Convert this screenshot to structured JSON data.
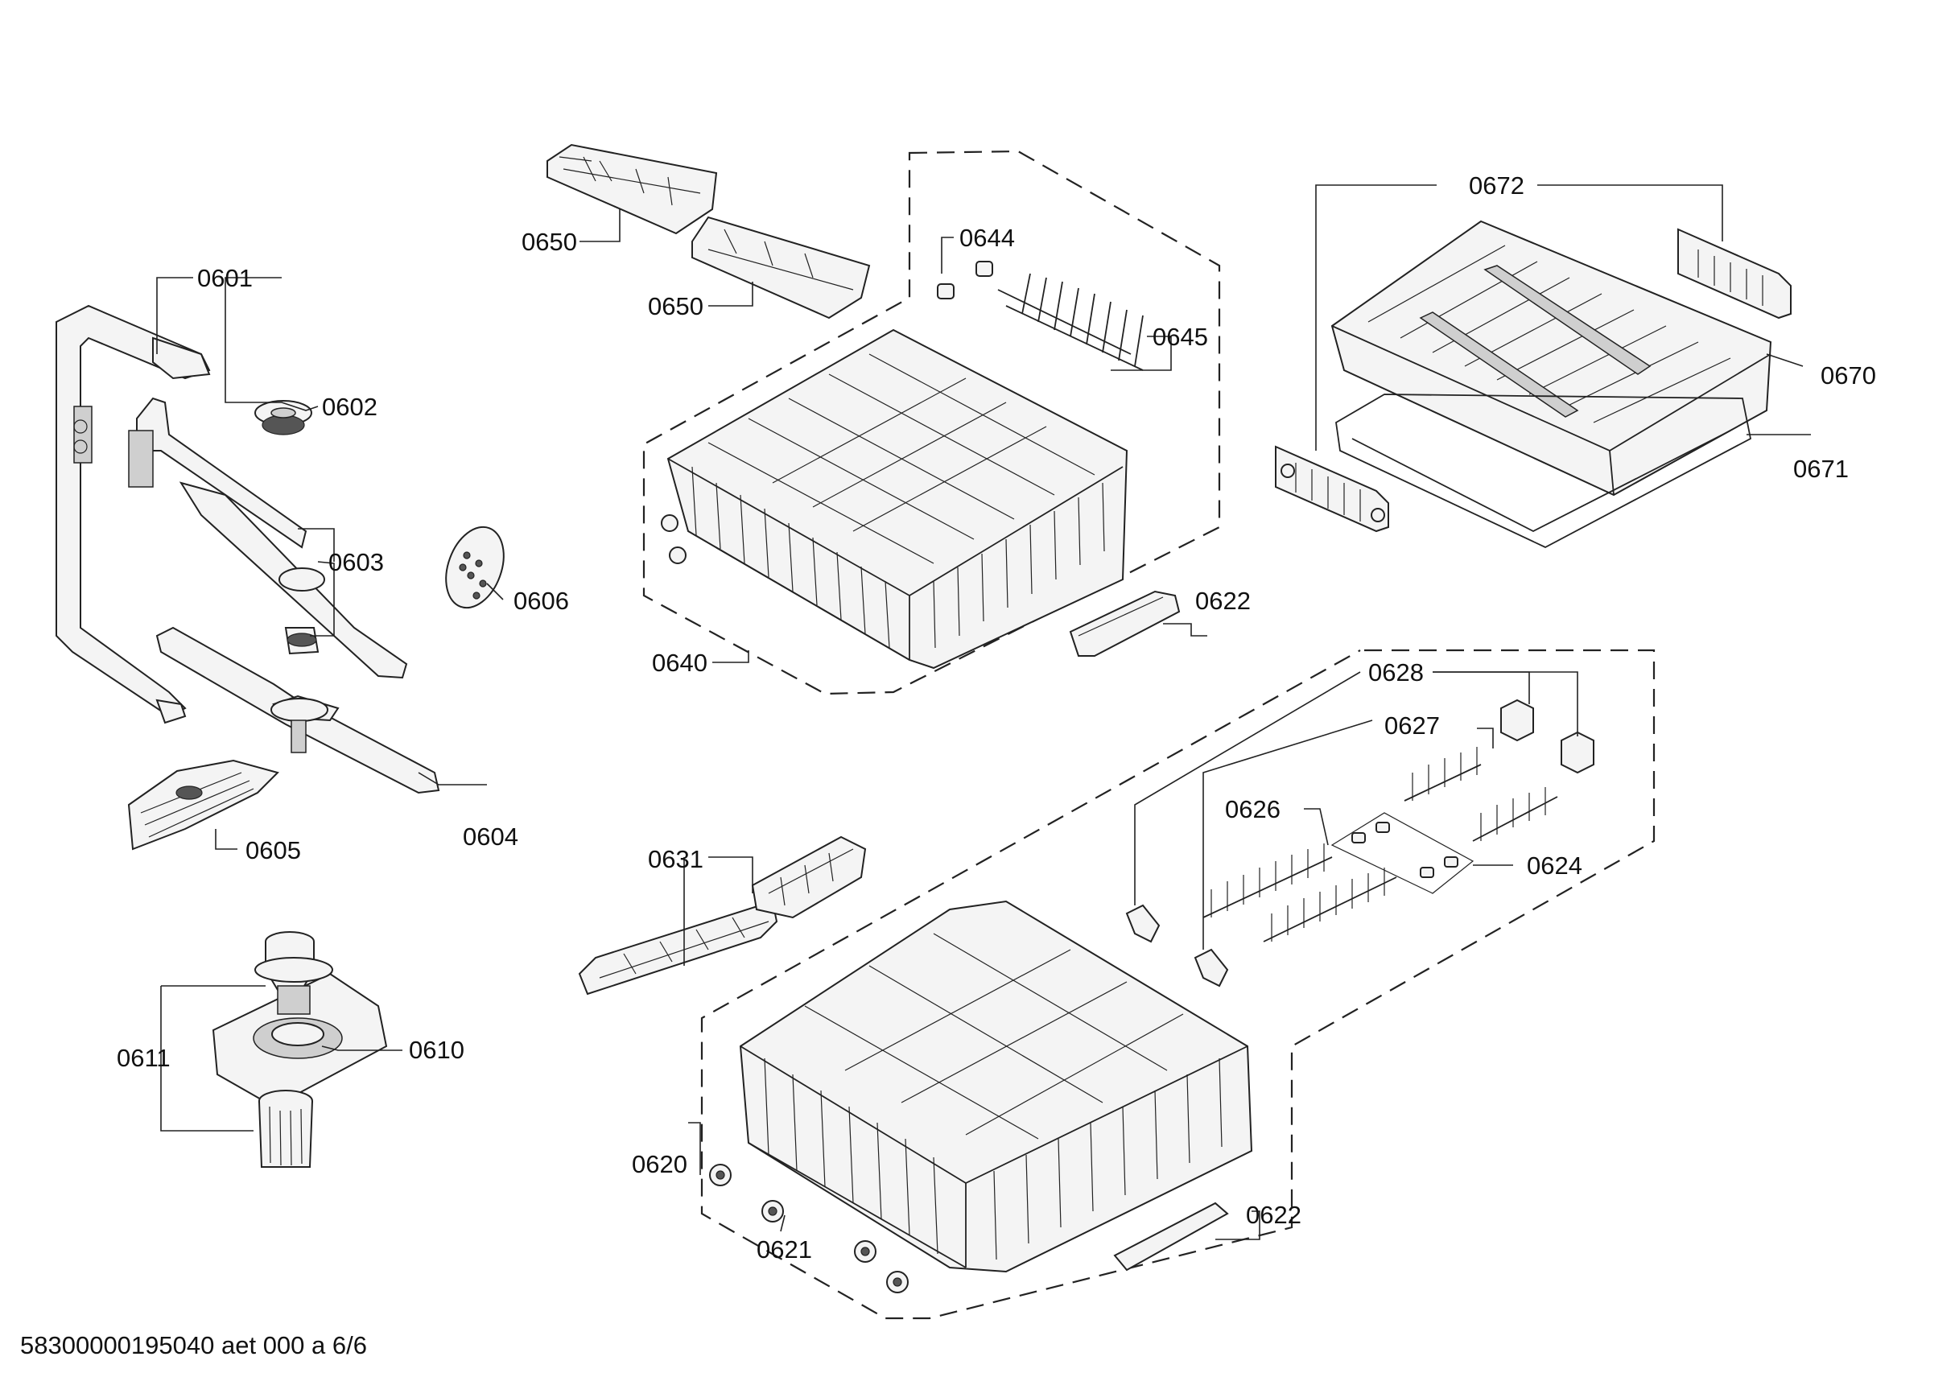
{
  "labels": {
    "p0601": "0601",
    "p0602": "0602",
    "p0603": "0603",
    "p0604": "0604",
    "p0605": "0605",
    "p0606": "0606",
    "p0610": "0610",
    "p0611": "0611",
    "p0620": "0620",
    "p0621": "0621",
    "p0622_upper": "0622",
    "p0622_lower": "0622",
    "p0624": "0624",
    "p0626": "0626",
    "p0627": "0627",
    "p0628": "0628",
    "p0631": "0631",
    "p0640": "0640",
    "p0644": "0644",
    "p0645": "0645",
    "p0650_a": "0650",
    "p0650_b": "0650",
    "p0670": "0670",
    "p0671": "0671",
    "p0672": "0672"
  },
  "footer": {
    "code": "58300000195040 aet 000 a 6/6"
  }
}
